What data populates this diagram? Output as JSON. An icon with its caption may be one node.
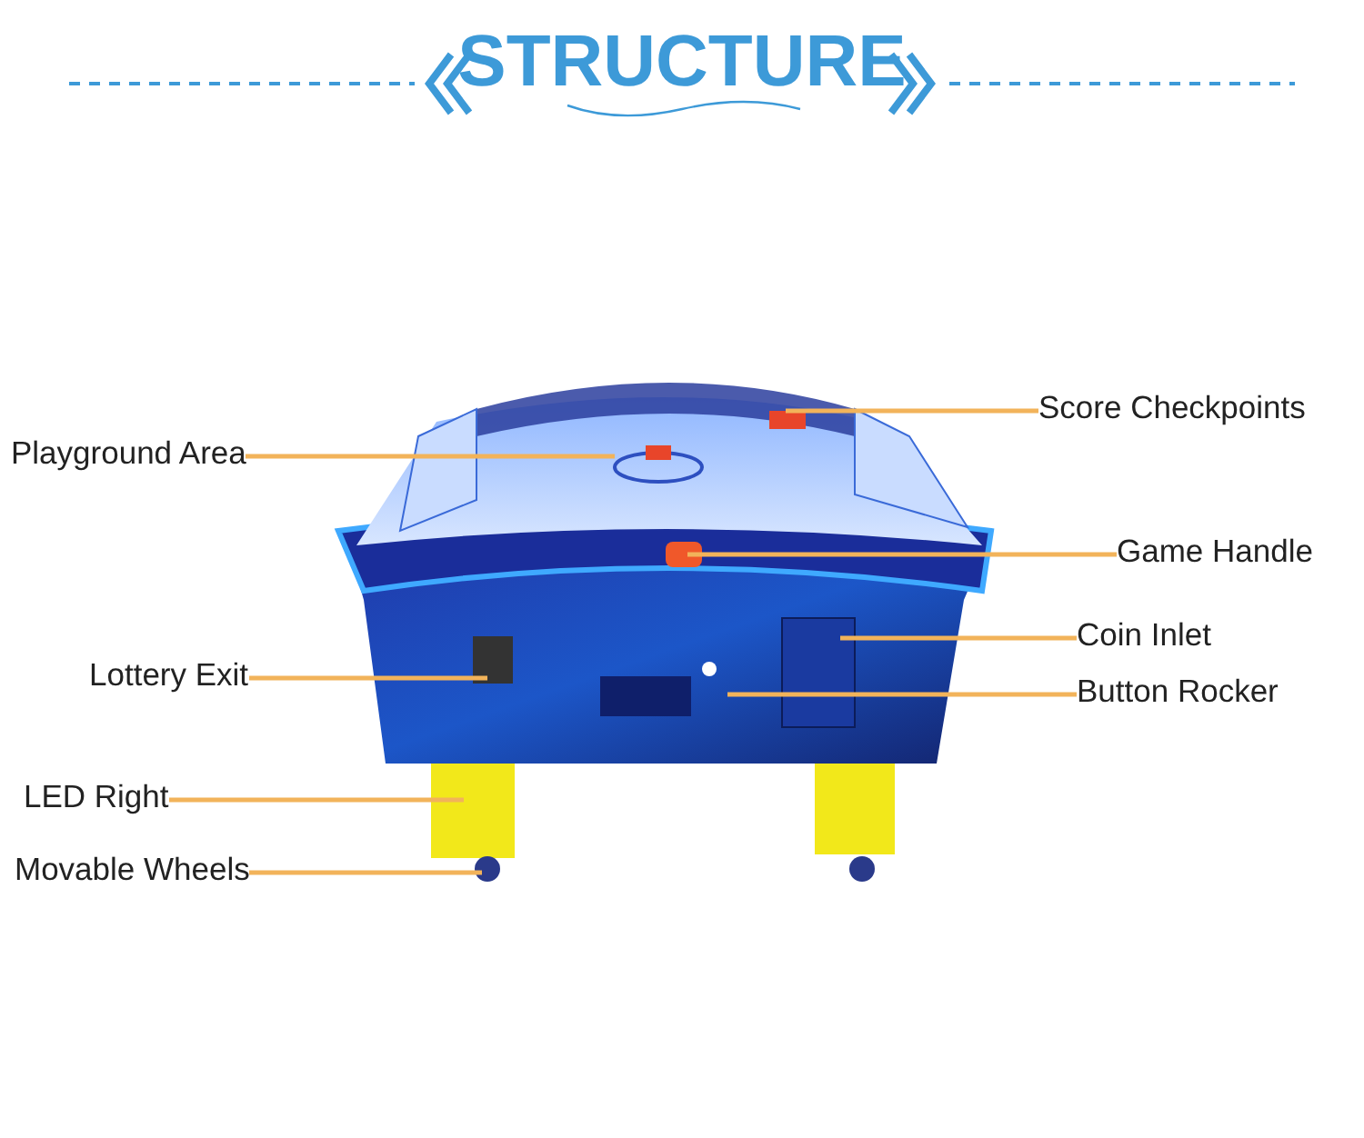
{
  "diagram": {
    "title": "STRUCTURE",
    "nodes": [
      {
        "text": [
          "Score Checkpoints"
        ]
      },
      {
        "text": [
          "Playground Area"
        ]
      },
      {
        "text": [
          "Game Handle"
        ]
      },
      {
        "text": [
          "Coin Inlet"
        ]
      },
      {
        "text": [
          "Lottery Exit"
        ]
      },
      {
        "text": [
          "Button Rocker"
        ]
      },
      {
        "text": [
          "LED Right"
        ]
      },
      {
        "text": [
          "Movable Wheels"
        ]
      }
    ],
    "edges": [
      {
        "from": 0,
        "to": null,
        "arrow": "none"
      },
      {
        "from": 1,
        "to": null,
        "arrow": "none"
      },
      {
        "from": 2,
        "to": null,
        "arrow": "none"
      },
      {
        "from": 3,
        "to": null,
        "arrow": "none"
      },
      {
        "from": 4,
        "to": null,
        "arrow": "none"
      },
      {
        "from": 5,
        "to": null,
        "arrow": "none"
      },
      {
        "from": 6,
        "to": null,
        "arrow": "none"
      },
      {
        "from": 7,
        "to": null,
        "arrow": "none"
      }
    ]
  }
}
